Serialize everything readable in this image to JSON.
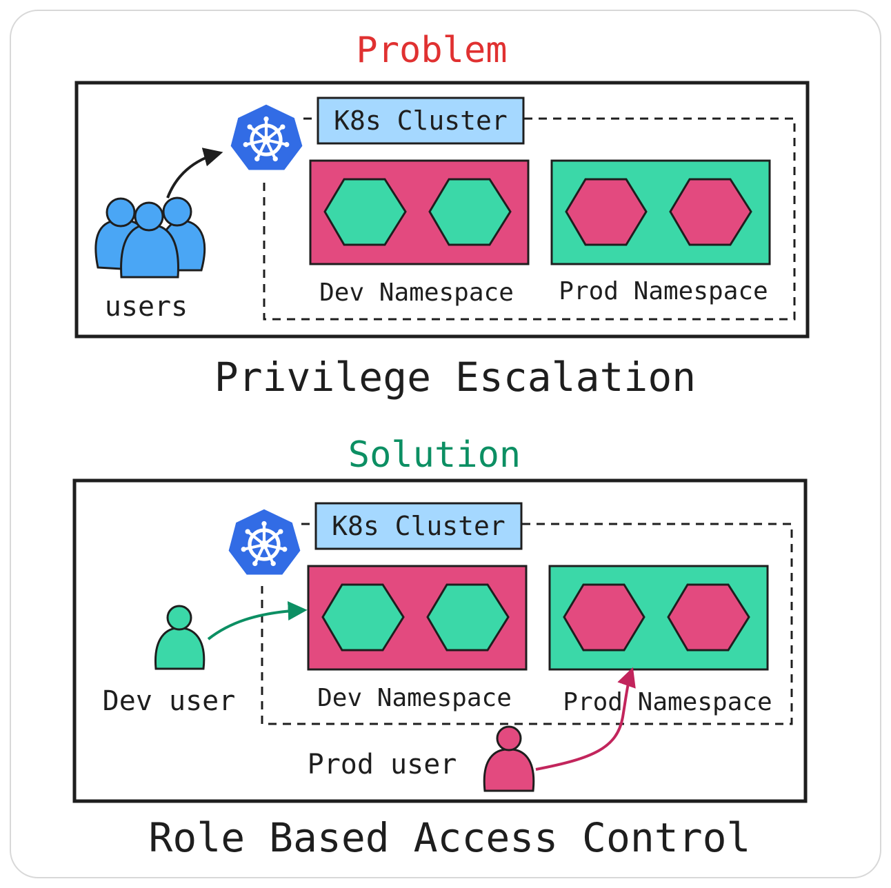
{
  "colors": {
    "problem_title": "#e03131",
    "solution_title": "#0c8f63",
    "dev_namespace_fill": "#e34a7f",
    "prod_namespace_fill": "#3bd8a8",
    "pod_green": "#3bd8a8",
    "pod_pink": "#e34a7f",
    "cluster_label_fill": "#a5d8ff",
    "k8s_blue": "#326ce5",
    "users_blue": "#4aa6f5",
    "dev_user_green": "#3bd8a8",
    "prod_user_pink": "#e34a7f",
    "dev_arrow": "#0c8f63",
    "prod_arrow": "#c2255c",
    "stroke": "#1e1e1e"
  },
  "problem": {
    "heading": "Problem",
    "cluster_label": "K8s Cluster",
    "users_label": "users",
    "dev_namespace_label": "Dev Namespace",
    "prod_namespace_label": "Prod Namespace",
    "caption": "Privilege Escalation",
    "kubernetes_icon": "kubernetes-helm-icon",
    "users_icon": "user-group-icon"
  },
  "solution": {
    "heading": "Solution",
    "cluster_label": "K8s Cluster",
    "dev_user_label": "Dev user",
    "prod_user_label": "Prod user",
    "dev_namespace_label": "Dev Namespace",
    "prod_namespace_label": "Prod Namespace",
    "caption": "Role Based Access Control",
    "kubernetes_icon": "kubernetes-helm-icon",
    "dev_user_icon": "user-icon",
    "prod_user_icon": "user-icon"
  }
}
